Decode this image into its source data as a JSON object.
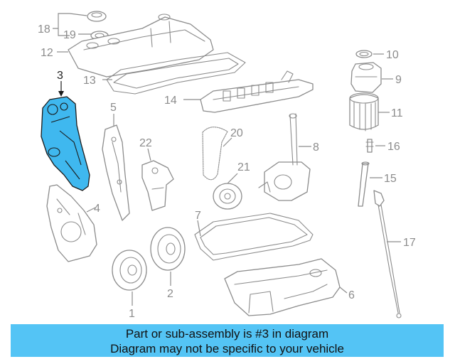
{
  "diagram": {
    "highlighted_part": "3",
    "callouts": [
      "1",
      "2",
      "3",
      "4",
      "5",
      "6",
      "7",
      "8",
      "9",
      "10",
      "11",
      "12",
      "13",
      "14",
      "15",
      "16",
      "17",
      "18",
      "19",
      "20",
      "21",
      "22"
    ],
    "highlight_color": "#3fb8ef"
  },
  "banner": {
    "line1": "Part or sub-assembly is #3 in diagram",
    "line2": "Diagram may not be specific to your vehicle",
    "background": "#54c4f5"
  }
}
